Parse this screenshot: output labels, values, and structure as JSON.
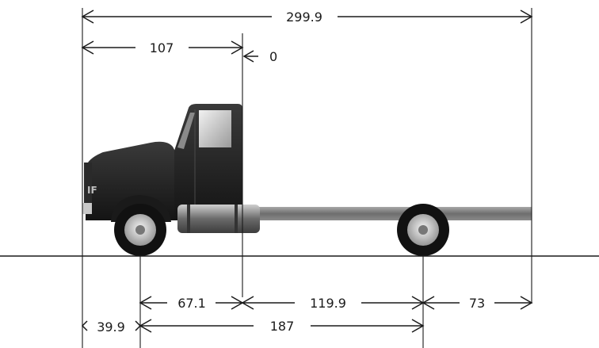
{
  "diagram": {
    "dimensions": {
      "overall_length": "299.9",
      "bumper_to_back_of_cab": "107",
      "back_of_cab_ref": "0",
      "front_axle_to_back_of_cab": "67.1",
      "back_of_cab_to_rear_axle": "119.9",
      "rear_overhang": "73",
      "front_overhang": "39.9",
      "wheelbase": "187"
    },
    "colors": {
      "cab": "#232323",
      "frame": "#7d7d7d",
      "lines": "#1a1a1a",
      "wheel_rim": "#d4d4d4"
    },
    "icons": {
      "vehicle": "truck-chassis-cab-icon"
    }
  }
}
